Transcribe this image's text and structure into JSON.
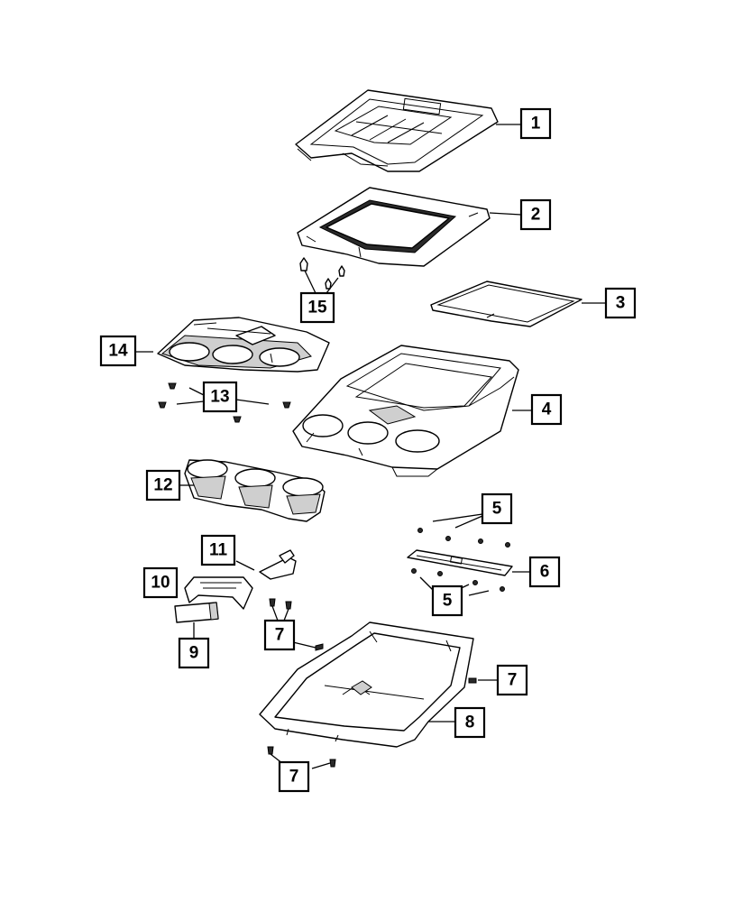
{
  "callouts": [
    {
      "id": "c1",
      "label": "1"
    },
    {
      "id": "c2",
      "label": "2"
    },
    {
      "id": "c3",
      "label": "3"
    },
    {
      "id": "c4",
      "label": "4"
    },
    {
      "id": "c5a",
      "label": "5"
    },
    {
      "id": "c5b",
      "label": "5"
    },
    {
      "id": "c6",
      "label": "6"
    },
    {
      "id": "c7a",
      "label": "7"
    },
    {
      "id": "c7b",
      "label": "7"
    },
    {
      "id": "c7c",
      "label": "7"
    },
    {
      "id": "c8",
      "label": "8"
    },
    {
      "id": "c9",
      "label": "9"
    },
    {
      "id": "c10",
      "label": "10"
    },
    {
      "id": "c11",
      "label": "11"
    },
    {
      "id": "c12",
      "label": "12"
    },
    {
      "id": "c13",
      "label": "13"
    },
    {
      "id": "c14",
      "label": "14"
    },
    {
      "id": "c15",
      "label": "15"
    }
  ]
}
